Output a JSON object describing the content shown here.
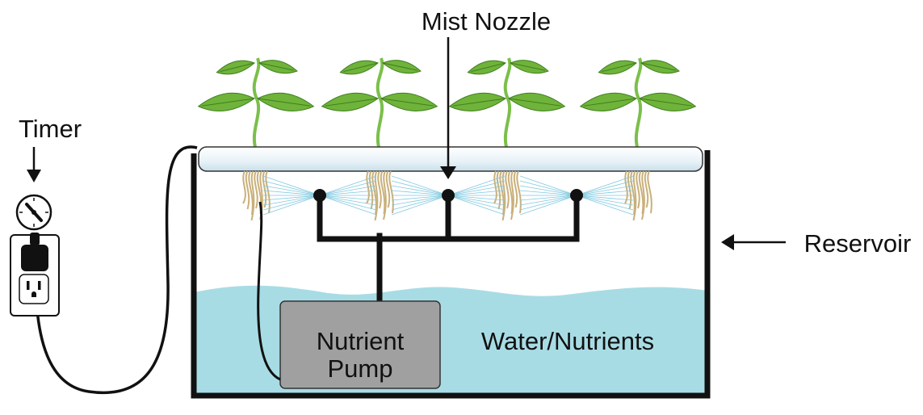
{
  "labels": {
    "mist_nozzle": "Mist Nozzle",
    "timer": "Timer",
    "reservoir": "Reservoir",
    "water": "Water/Nutrients",
    "pump_line1": "Nutrient",
    "pump_line2": "Pump"
  },
  "plants": {
    "count": 4
  },
  "nozzles": {
    "count": 3
  },
  "colors": {
    "water": "#a8dce5",
    "leaf": "#6fb33a",
    "leaf_dark": "#3f7f1f",
    "stem": "#7bbf4a",
    "pipe": "#111111",
    "pump": "#a0a0a0",
    "root": "#c9b07a",
    "mist": "#7fc8e0",
    "tray": "#eef6fa"
  }
}
